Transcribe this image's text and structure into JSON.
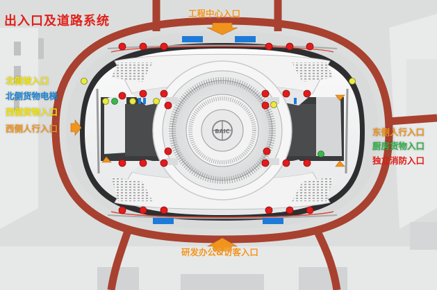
{
  "title": "出入口及道路系统",
  "labels": {
    "top_entrance": "工程中心入口",
    "north_ramp": "北侧坡入口",
    "north_elevator": "北侧货物电梯",
    "west_cargo": "西侧货物入口",
    "west_pedestrian": "西侧人行入口",
    "east_pedestrian": "东侧人行入口",
    "kitchen_cargo": "厨房货物入口",
    "fire_entrance": "独立消防入口",
    "bottom_entrance": "研发办公&访客入口"
  },
  "logo_text": "BAIC",
  "colors": {
    "background": "#dfe1e1",
    "road": "#a8412f",
    "building": "#f5f5f5",
    "title": "#e0201a",
    "orange": "#f0941e",
    "yellow": "#f2e60a",
    "blue": "#1c87d6",
    "green": "#32b24a",
    "red": "#e01a14",
    "red_dot": "#e31b1b",
    "yellow_dot": "#e8ec3c",
    "green_dot": "#3cb84a",
    "blue_marker": "#1e7ad8"
  }
}
